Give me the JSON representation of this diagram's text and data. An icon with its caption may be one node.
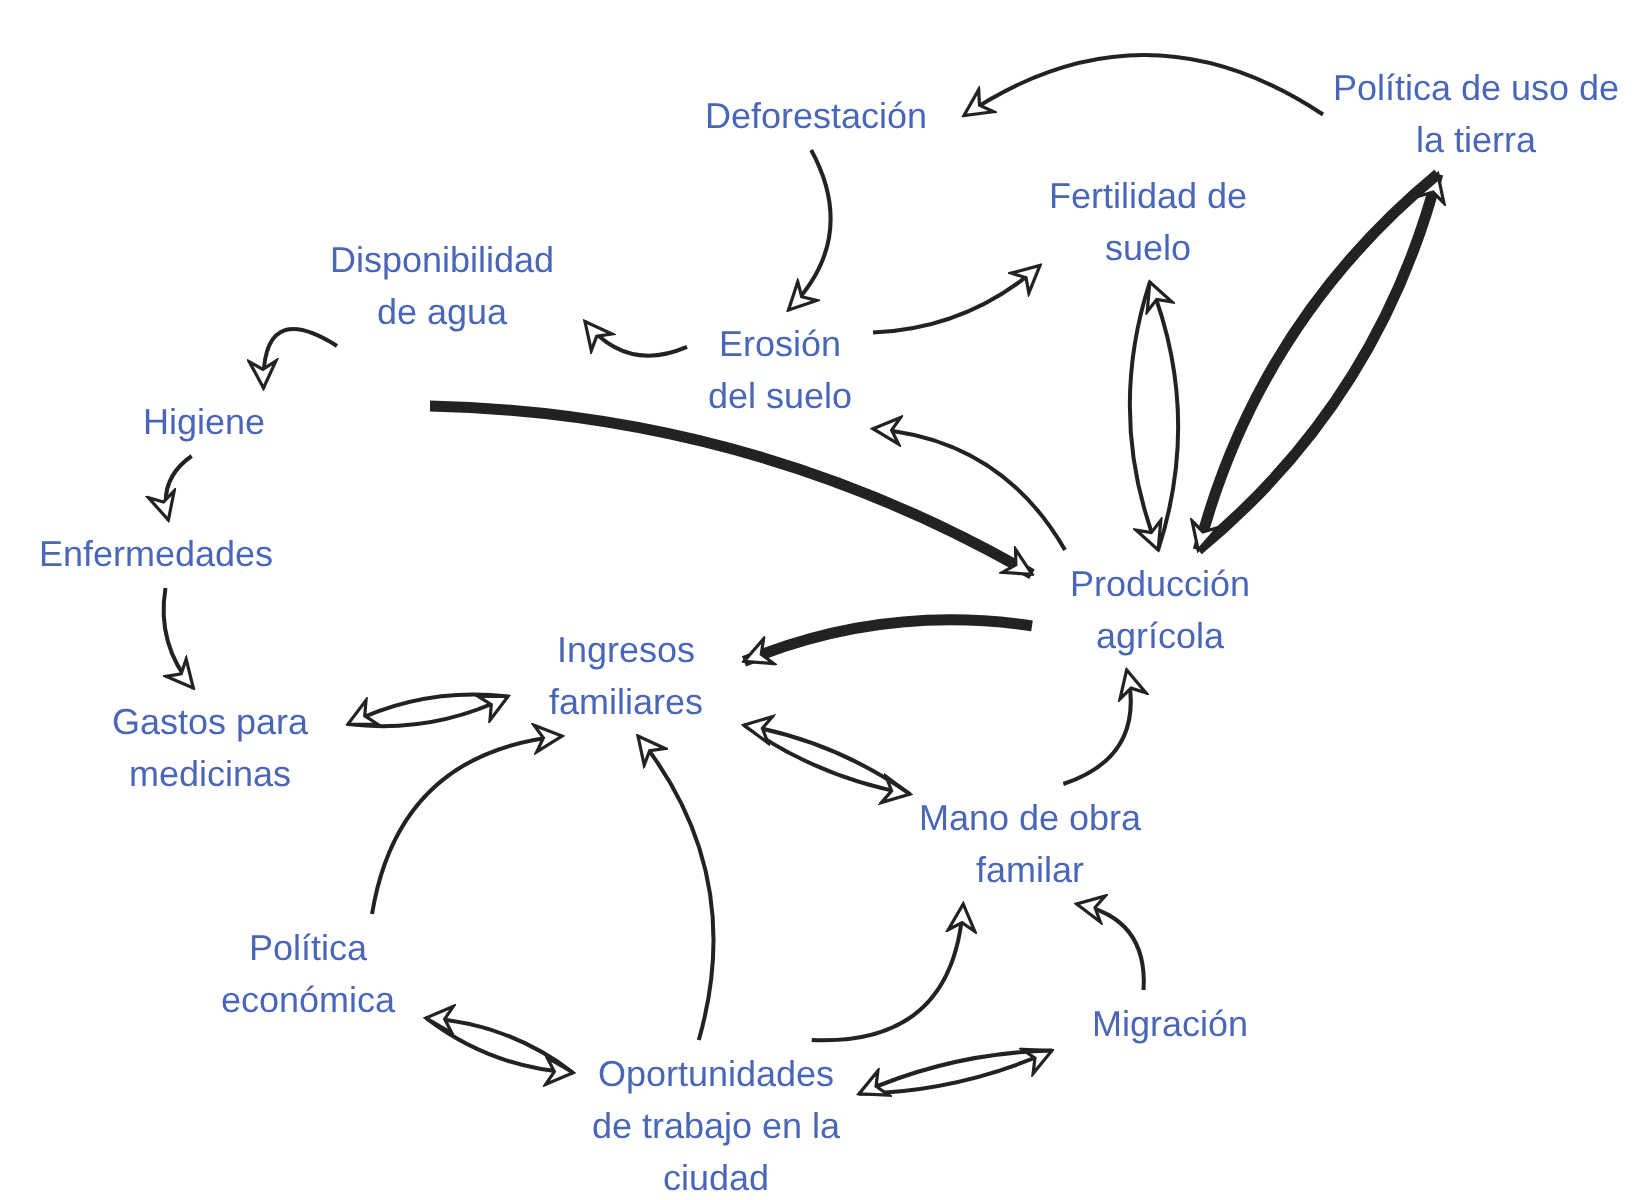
{
  "diagram": {
    "nodes": [
      {
        "text": [
          "Deforestación"
        ]
      },
      {
        "text": [
          "Política de uso de la tierra"
        ]
      },
      {
        "text": [
          "Fertilidad de suelo"
        ]
      },
      {
        "text": [
          "Disponibilidad de agua"
        ]
      },
      {
        "text": [
          "Erosión del suelo"
        ]
      },
      {
        "text": [
          "Higiene"
        ]
      },
      {
        "text": [
          "Enfermedades"
        ]
      },
      {
        "text": [
          "Producción agrícola"
        ]
      },
      {
        "text": [
          "Ingresos familiares"
        ]
      },
      {
        "text": [
          "Gastos para medicinas"
        ]
      },
      {
        "text": [
          "Mano de obra familar"
        ]
      },
      {
        "text": [
          "Política económica"
        ]
      },
      {
        "text": [
          "Migración"
        ]
      },
      {
        "text": [
          "Oportunidades de trabajo en la ciudad"
        ]
      }
    ],
    "edges": [
      {
        "from": 1,
        "to": 0,
        "arrow": "to"
      },
      {
        "from": 0,
        "to": 4,
        "arrow": "to"
      },
      {
        "from": 4,
        "to": 2,
        "arrow": "to"
      },
      {
        "from": 2,
        "to": 7,
        "arrow": "to"
      },
      {
        "from": 7,
        "to": 2,
        "arrow": "to"
      },
      {
        "from": 7,
        "to": 4,
        "arrow": "to"
      },
      {
        "from": 7,
        "to": 1,
        "arrow": "to",
        "style": "thick"
      },
      {
        "from": 1,
        "to": 7,
        "arrow": "to",
        "style": "thick"
      },
      {
        "from": 4,
        "to": 3,
        "arrow": "to"
      },
      {
        "from": 3,
        "to": 5,
        "arrow": "to"
      },
      {
        "from": 5,
        "to": 6,
        "arrow": "to"
      },
      {
        "from": 6,
        "to": 9,
        "arrow": "to"
      },
      {
        "from": null,
        "to": 7,
        "arrow": "to",
        "style": "thick"
      },
      {
        "from": 7,
        "to": 8,
        "arrow": "to",
        "style": "thick"
      },
      {
        "from": 9,
        "to": 8,
        "arrow": "to"
      },
      {
        "from": 8,
        "to": 9,
        "arrow": "to"
      },
      {
        "from": 8,
        "to": 10,
        "arrow": "to"
      },
      {
        "from": 10,
        "to": 8,
        "arrow": "to"
      },
      {
        "from": 10,
        "to": 7,
        "arrow": "to"
      },
      {
        "from": 12,
        "to": 10,
        "arrow": "to"
      },
      {
        "from": 13,
        "to": 10,
        "arrow": "to"
      },
      {
        "from": 13,
        "to": 8,
        "arrow": "to"
      },
      {
        "from": 11,
        "to": 8,
        "arrow": "to"
      },
      {
        "from": 11,
        "to": 13,
        "arrow": "to"
      },
      {
        "from": 13,
        "to": 11,
        "arrow": "to"
      },
      {
        "from": 13,
        "to": 12,
        "arrow": "to"
      },
      {
        "from": 12,
        "to": 13,
        "arrow": "to"
      }
    ]
  }
}
